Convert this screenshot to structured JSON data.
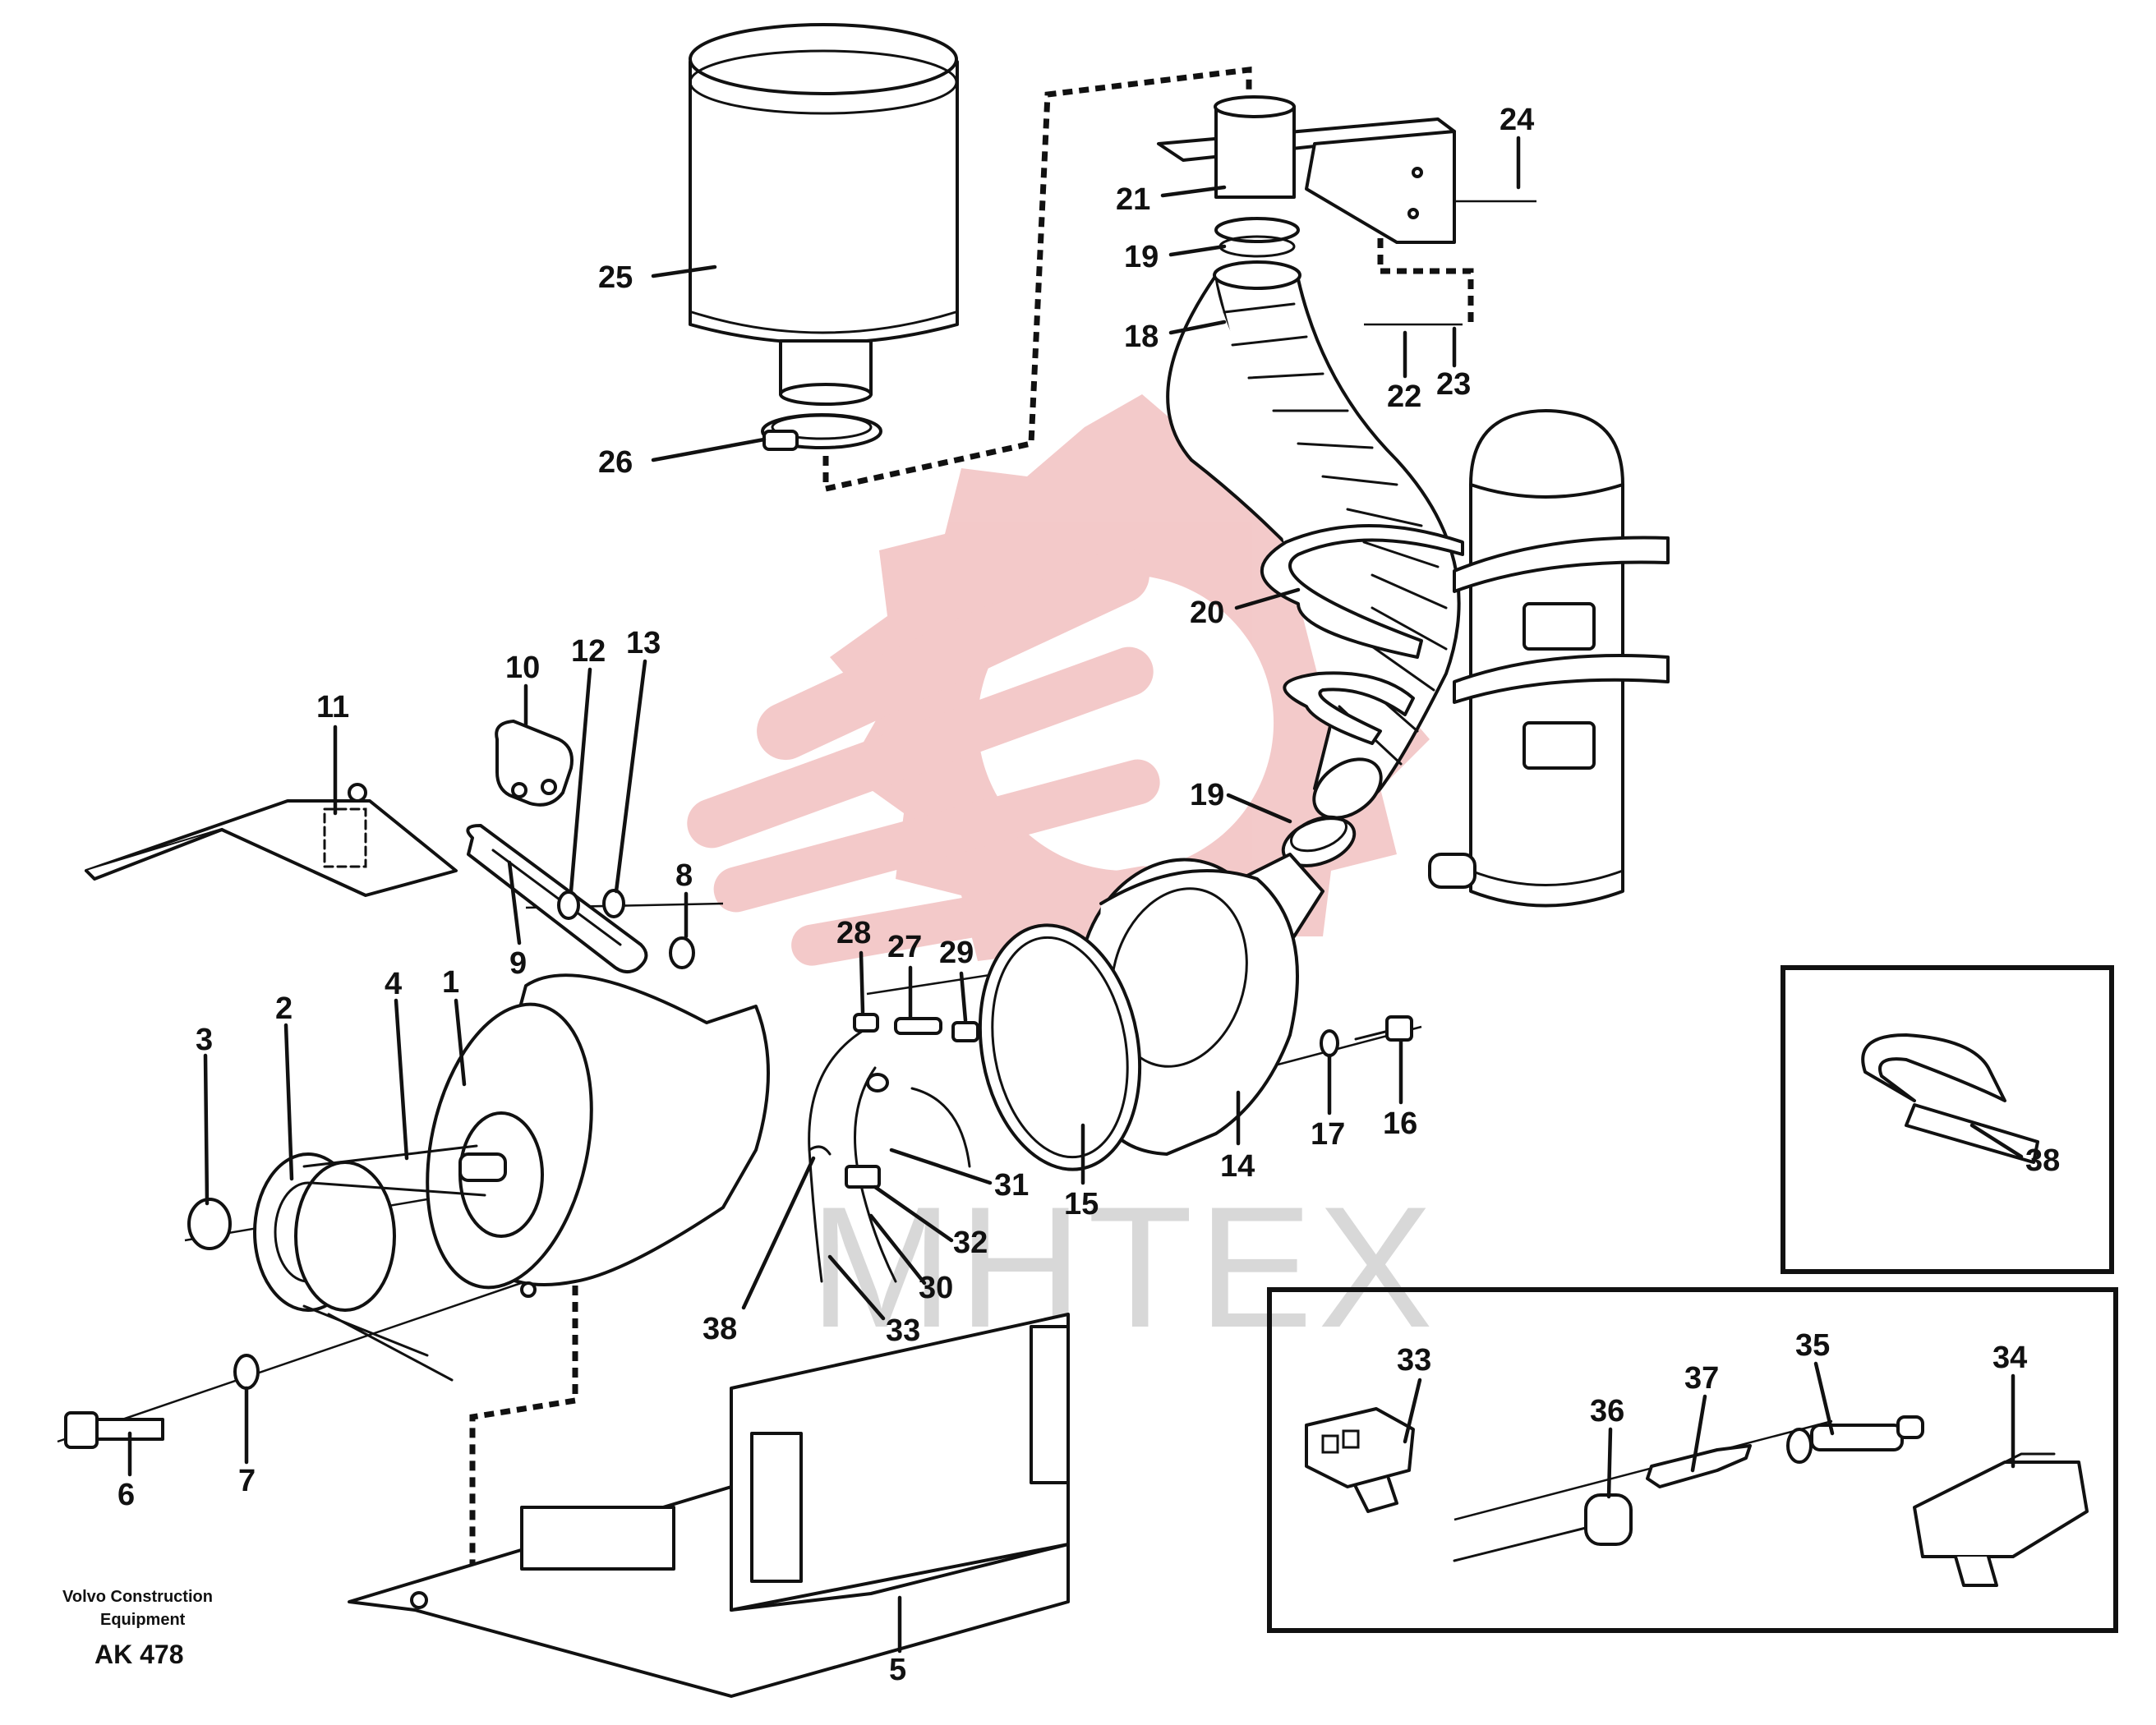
{
  "colors": {
    "line": "#111111",
    "watermark_logo": "#f2c4c4",
    "watermark_text": "#d8d8d8"
  },
  "watermark_text": "MHTEX",
  "labels": [
    {
      "id": "1",
      "text": "1"
    },
    {
      "id": "2",
      "text": "2"
    },
    {
      "id": "3",
      "text": "3"
    },
    {
      "id": "4",
      "text": "4"
    },
    {
      "id": "5",
      "text": "5"
    },
    {
      "id": "6",
      "text": "6"
    },
    {
      "id": "7",
      "text": "7"
    },
    {
      "id": "8",
      "text": "8"
    },
    {
      "id": "9",
      "text": "9"
    },
    {
      "id": "10",
      "text": "10"
    },
    {
      "id": "11",
      "text": "11"
    },
    {
      "id": "12",
      "text": "12"
    },
    {
      "id": "13",
      "text": "13"
    },
    {
      "id": "14",
      "text": "14"
    },
    {
      "id": "15",
      "text": "15"
    },
    {
      "id": "16",
      "text": "16"
    },
    {
      "id": "17",
      "text": "17"
    },
    {
      "id": "18",
      "text": "18"
    },
    {
      "id": "19a",
      "text": "19"
    },
    {
      "id": "19b",
      "text": "19"
    },
    {
      "id": "20",
      "text": "20"
    },
    {
      "id": "21",
      "text": "21"
    },
    {
      "id": "22",
      "text": "22"
    },
    {
      "id": "23",
      "text": "23"
    },
    {
      "id": "24",
      "text": "24"
    },
    {
      "id": "25",
      "text": "25"
    },
    {
      "id": "26",
      "text": "26"
    },
    {
      "id": "27",
      "text": "27"
    },
    {
      "id": "28",
      "text": "28"
    },
    {
      "id": "29",
      "text": "29"
    },
    {
      "id": "30",
      "text": "30"
    },
    {
      "id": "31",
      "text": "31"
    },
    {
      "id": "32",
      "text": "32"
    },
    {
      "id": "33a",
      "text": "33"
    },
    {
      "id": "33b",
      "text": "33"
    },
    {
      "id": "34",
      "text": "34"
    },
    {
      "id": "35",
      "text": "35"
    },
    {
      "id": "36",
      "text": "36"
    },
    {
      "id": "37",
      "text": "37"
    },
    {
      "id": "38a",
      "text": "38"
    },
    {
      "id": "38b",
      "text": "38"
    }
  ],
  "caption": {
    "line1": "Volvo Construction",
    "line2": "Equipment",
    "code": "AK 478"
  }
}
